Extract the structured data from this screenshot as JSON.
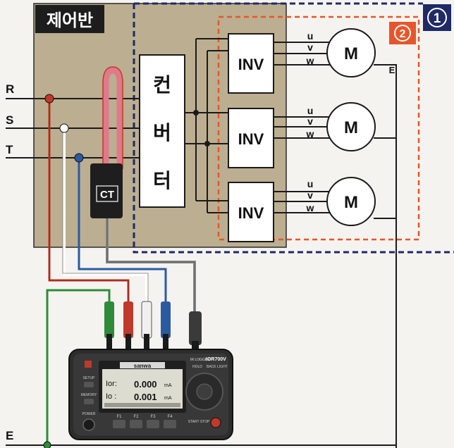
{
  "panel": {
    "title": "제어반"
  },
  "badges": {
    "zone1": "①",
    "zone2": "2"
  },
  "phases": {
    "r": "R",
    "s": "S",
    "t": "T"
  },
  "ground": {
    "label": "E",
    "motor_ground_label": "E"
  },
  "converter": {
    "chars": [
      "컨",
      "버",
      "터"
    ]
  },
  "ct": {
    "label": "CT"
  },
  "inverters": [
    {
      "label": "INV",
      "terminals": [
        "u",
        "v",
        "w"
      ],
      "motor": "M"
    },
    {
      "label": "INV",
      "terminals": [
        "u",
        "v",
        "w"
      ],
      "motor": "M"
    },
    {
      "label": "INV",
      "terminals": [
        "u",
        "v",
        "w"
      ],
      "motor": "M"
    }
  ],
  "device": {
    "brand": "sanwa",
    "model_prefix": "IR LOGGER",
    "model": "IOR700V",
    "hold_label": "HOLD",
    "backlight_label": "BACK LIGHT",
    "setup_label": "SETUP",
    "memory_label": "MEMORY",
    "power_label": "POWER",
    "start_stop_label": "START STOP",
    "fkeys": [
      "F1",
      "F2",
      "F3",
      "F4"
    ],
    "screen": {
      "line1_label": "Ior:",
      "line1_value": "0.000",
      "line1_unit": "mA",
      "line2_label": "Io :",
      "line2_value": "0.001",
      "line2_unit": "mA"
    }
  },
  "colors": {
    "panel_fill": "#bcae90",
    "r_wire": "#c0392b",
    "s_wire": "#d9d9d9",
    "t_wire": "#2c5aa0",
    "ground_wire": "#2e8b3a",
    "zone1_border": "#1f2a66",
    "zone2_border": "#e8552a"
  }
}
